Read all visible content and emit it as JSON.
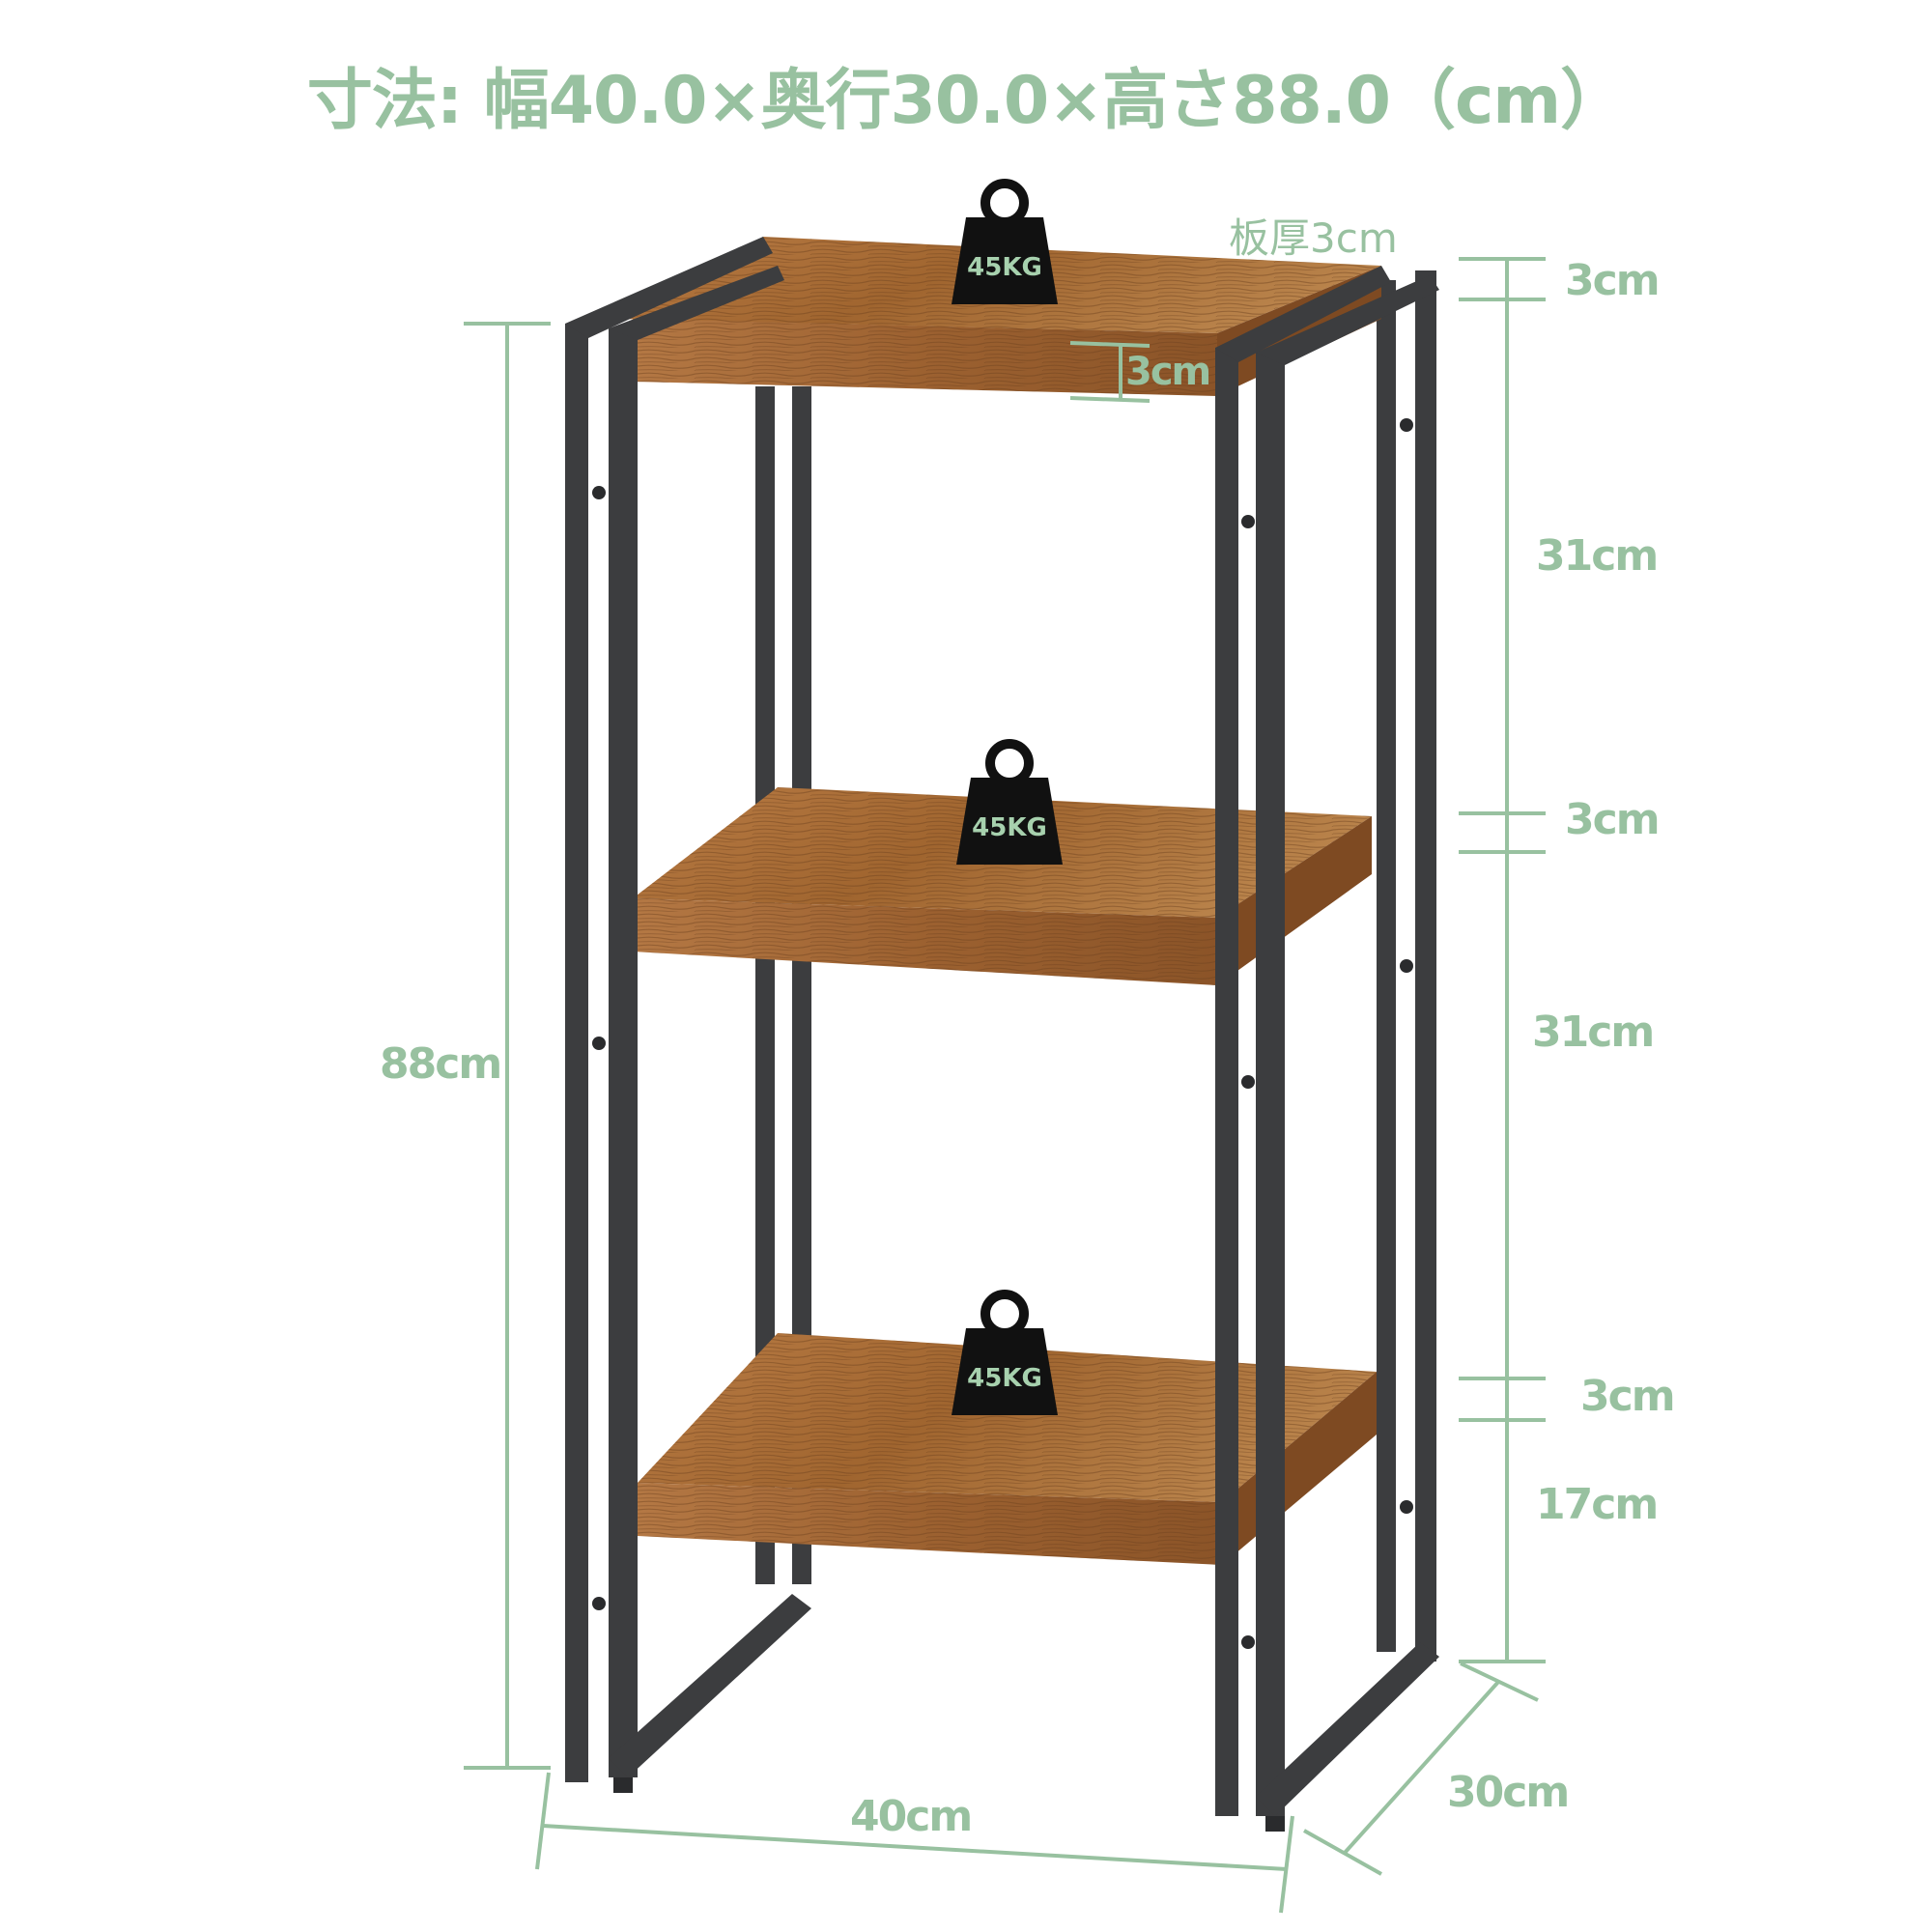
{
  "title": "寸法: 幅40.0×奥行30.0×高さ88.0（cm）",
  "board_thickness_label": "板厚3cm",
  "top_board_thickness": "3cm",
  "load_labels": [
    "45KG",
    "45KG",
    "45KG"
  ],
  "dimensions": {
    "height_total": "88cm",
    "width": "40cm",
    "depth": "30cm",
    "right_side": [
      "3cm",
      "31cm",
      "3cm",
      "31cm",
      "3cm",
      "17cm"
    ]
  },
  "colors": {
    "accent": "#98c1a0",
    "frame": "#3c3d3f",
    "wood": "#a8703b",
    "weight": "#111111"
  }
}
